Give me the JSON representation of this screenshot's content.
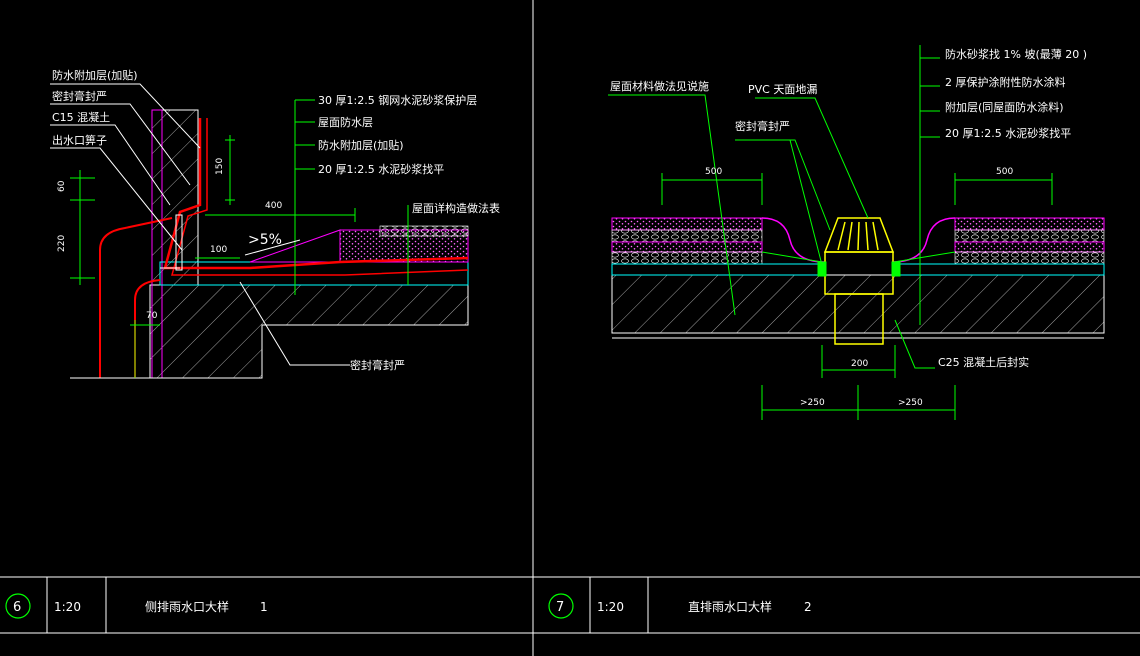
{
  "colors": {
    "background": "#000000",
    "frame": "#ffffff",
    "leader": "#00ff00",
    "concrete": "#00ffff",
    "membrane": "#ff0000",
    "insulation": "#ff00ff",
    "drain": "#ffff00",
    "text": "#ffffff"
  },
  "detail6": {
    "labels": [
      "防水附加层(加贴)",
      "密封膏封严",
      "C15  混凝土",
      "出水口箅子",
      "30 厚1:2.5  钢网水泥砂浆保护层",
      "屋面防水层",
      "防水附加层(加贴)",
      "20 厚1:2.5  水泥砂浆找平",
      "屋面详构造做法表",
      "密封膏封严"
    ],
    "dims": [
      "60",
      "220",
      "150",
      "400",
      "100",
      "70"
    ],
    "slope": ">5%",
    "title_block": {
      "number": "6",
      "scale": "1:20",
      "title": "侧排雨水口大样",
      "sheet": "1"
    }
  },
  "detail7": {
    "labels": [
      "屋面材料做法见说施",
      "PVC  天面地漏",
      "密封膏封严",
      "防水砂浆找  1% 坡(最薄  20 )",
      "2 厚保护涂附性防水涂料",
      "附加层(同屋面防水涂料)",
      "20 厚1:2.5  水泥砂浆找平",
      "C25  混凝土后封实"
    ],
    "dims": [
      "500",
      "500",
      "200",
      ">250",
      ">250"
    ],
    "title_block": {
      "number": "7",
      "scale": "1:20",
      "title": "直排雨水口大样",
      "sheet": "2"
    }
  }
}
